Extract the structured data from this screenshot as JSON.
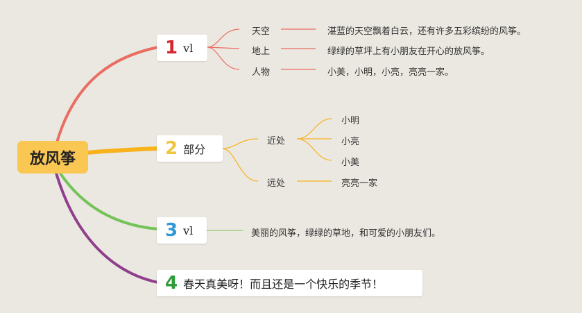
{
  "root": {
    "label": "放风筝"
  },
  "branches": [
    {
      "number": "1",
      "label": "vl",
      "color": "#ea6d62",
      "num_color": "#d9262e",
      "children": [
        {
          "label": "天空",
          "detail": "湛蓝的天空飘着白云，还有许多五彩缤纷的风筝。"
        },
        {
          "label": "地上",
          "detail": "绿绿的草坪上有小朋友在开心的放风筝。"
        },
        {
          "label": "人物",
          "detail": "小美，小明，小亮，亮亮一家。"
        }
      ]
    },
    {
      "number": "2",
      "label": "部分",
      "color": "#f7b21c",
      "num_color": "#f2c43f",
      "children": [
        {
          "label": "近处",
          "items": [
            "小明",
            "小亮",
            "小美"
          ]
        },
        {
          "label": "远处",
          "items": [
            "亮亮一家"
          ]
        }
      ]
    },
    {
      "number": "3",
      "label": "vl",
      "color": "#74c358",
      "num_color": "#2f98d8",
      "detail": "美丽的风筝，绿绿的草地，和可爱的小朋友们。"
    },
    {
      "number": "4",
      "label": "春天真美呀！而且还是一个快乐的季节！",
      "color": "#8f3f8c",
      "num_color": "#2e9c3a"
    }
  ]
}
